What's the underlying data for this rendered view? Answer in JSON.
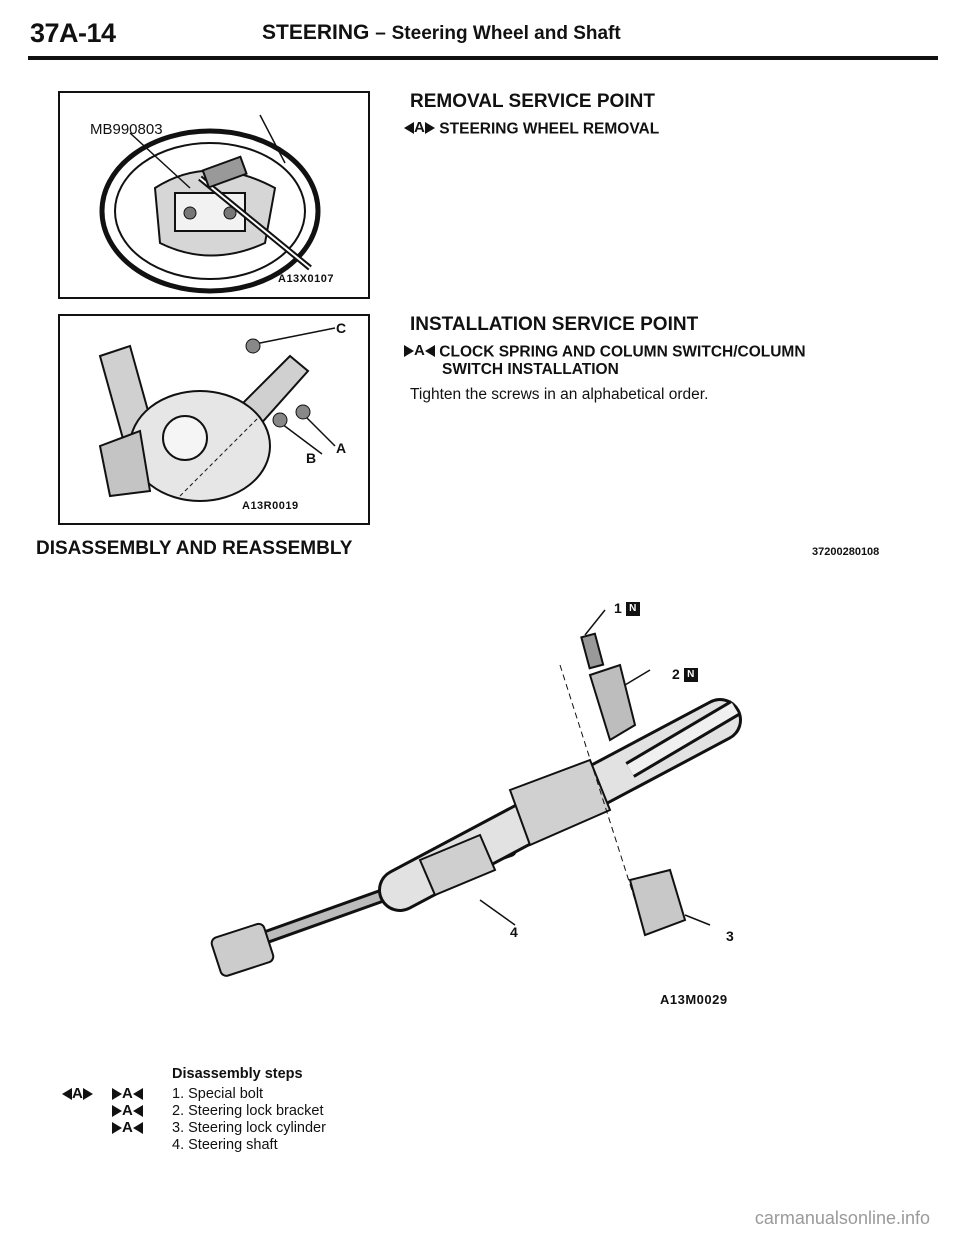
{
  "header": {
    "page_number": "37A-14",
    "section_title": "STEERING",
    "dash": "–",
    "section_subtitle": "Steering Wheel and Shaft"
  },
  "figure1": {
    "part_number": "MB990803",
    "code": "A13X0107"
  },
  "figure2": {
    "labels": {
      "a": "A",
      "b": "B",
      "c": "C"
    },
    "code": "A13R0019"
  },
  "removal": {
    "heading": "REMOVAL SERVICE POINT",
    "mark_letter": "A",
    "item": "STEERING WHEEL REMOVAL"
  },
  "installation": {
    "heading": "INSTALLATION SERVICE POINT",
    "mark_letter": "A",
    "item_line1": "CLOCK SPRING AND COLUMN SWITCH/COLUMN",
    "item_line2": "SWITCH INSTALLATION",
    "instruction": "Tighten the screws in an alphabetical order."
  },
  "disassembly": {
    "heading": "DISASSEMBLY AND REASSEMBLY",
    "ref_code": "37200280108",
    "figure_code": "A13M0029",
    "callouts": {
      "c1": "1",
      "c2": "2",
      "c3": "3",
      "c4": "4",
      "n_mark": "N"
    },
    "steps_heading": "Disassembly steps",
    "steps": [
      {
        "text": "1. Special bolt",
        "mark": "A"
      },
      {
        "text": "2. Steering lock bracket",
        "mark": "A"
      },
      {
        "text": "3. Steering lock cylinder",
        "mark": "A"
      },
      {
        "text": "4. Steering shaft"
      }
    ],
    "removal_mark": "A"
  },
  "watermark": "carmanualsonline.info"
}
